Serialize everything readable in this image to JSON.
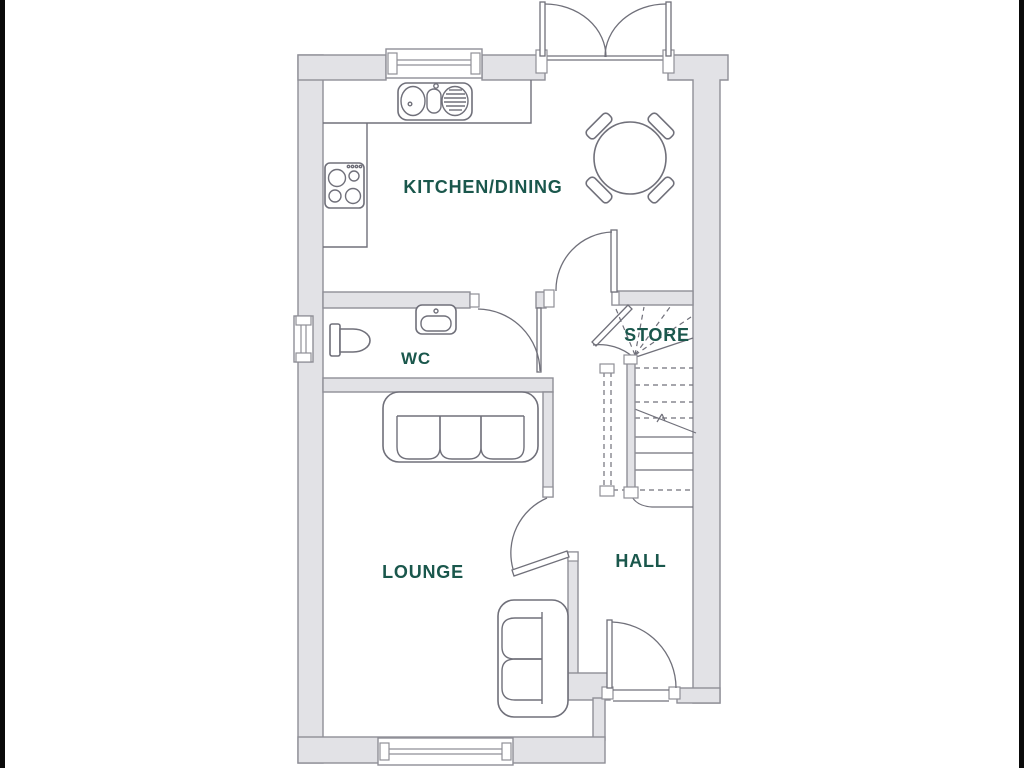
{
  "page": {
    "type": "architectural-floor-plan",
    "background": "#ffffff"
  },
  "rooms": {
    "kitchen_dining": {
      "label": "KITCHEN/DINING"
    },
    "wc": {
      "label": "WC"
    },
    "store": {
      "label": "STORE"
    },
    "lounge": {
      "label": "LOUNGE"
    },
    "hall": {
      "label": "HALL"
    }
  },
  "colors": {
    "label_text": "#1a574c",
    "wall_fill": "#e2e2e6",
    "wall_stroke": "#8f8f97",
    "fixture_stroke": "#70707a",
    "background": "#ffffff"
  },
  "fixtures": [
    {
      "icon": "sink-drainer-icon",
      "room": "kitchen_dining"
    },
    {
      "icon": "hob-icon",
      "room": "kitchen_dining"
    },
    {
      "icon": "dining-table-chairs-icon",
      "room": "kitchen_dining"
    },
    {
      "icon": "worktop-icon",
      "room": "kitchen_dining"
    },
    {
      "icon": "toilet-icon",
      "room": "wc"
    },
    {
      "icon": "wash-basin-icon",
      "room": "wc"
    },
    {
      "icon": "sofa-3-seat-icon",
      "room": "lounge"
    },
    {
      "icon": "sofa-2-seat-icon",
      "room": "lounge"
    },
    {
      "icon": "staircase-icon",
      "room": "hall"
    },
    {
      "icon": "handrail-icon",
      "room": "hall"
    }
  ],
  "openings": [
    "french-doors",
    "kitchen-window",
    "wc-window",
    "lounge-window",
    "front-door",
    "kitchen-door",
    "wc-door",
    "lounge-door",
    "store-door"
  ]
}
